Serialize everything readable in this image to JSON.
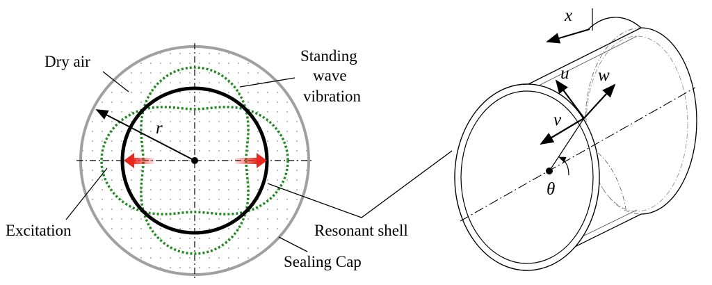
{
  "left_figure": {
    "labels": {
      "dry_air": "Dry air",
      "standing_wave_line1": "Standing",
      "standing_wave_line2": "wave",
      "standing_wave_line3": "vibration",
      "radius": "r",
      "excitation": "Excitation",
      "resonant_shell": "Resonant shell",
      "sealing_cap": "Sealing Cap"
    },
    "colors": {
      "sealing_cap": "#a0a0a0",
      "shell": "#000000",
      "mode_shape": "#1f8a1f",
      "excitation_arrow": "#e8281e",
      "dots": "#b5b5b5"
    }
  },
  "right_figure": {
    "labels": {
      "x": "x",
      "u": "u",
      "w": "w",
      "v": "v",
      "theta": "θ"
    }
  }
}
